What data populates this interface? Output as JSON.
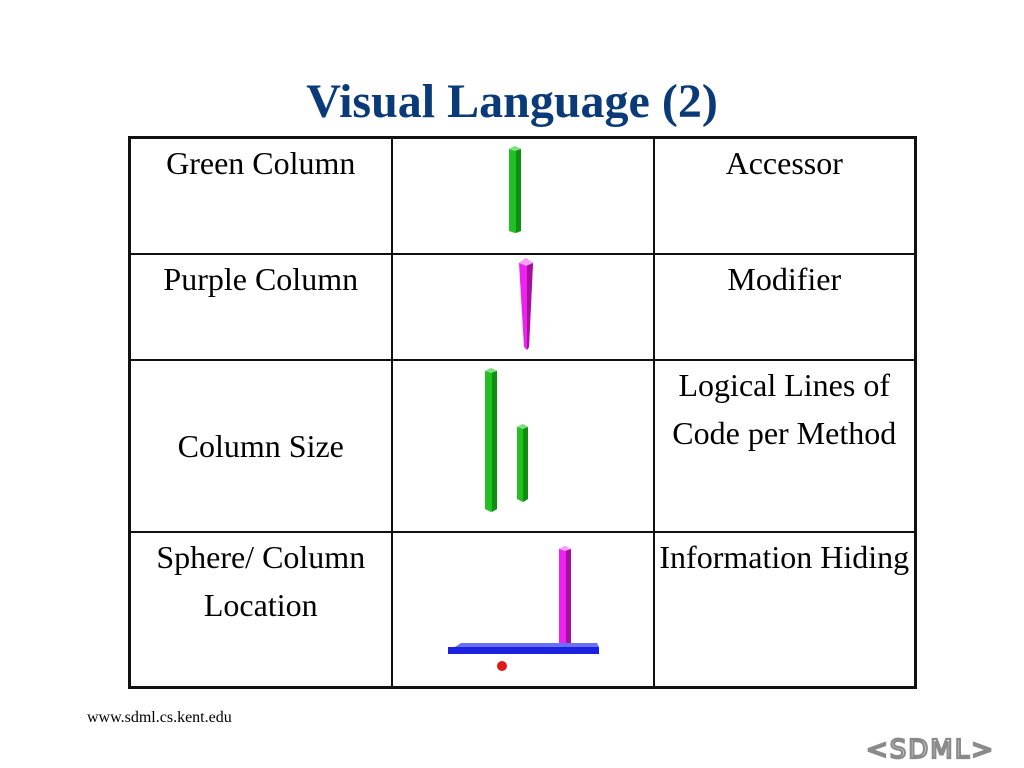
{
  "slide": {
    "title": "Visual Language (2)",
    "footer_url": "www.sdml.cs.kent.edu",
    "logo_text": "<SDML>"
  },
  "table": {
    "rows": [
      {
        "name": "Green Column",
        "glyph": "green-column",
        "meaning": "Accessor"
      },
      {
        "name": "Purple Column",
        "glyph": "purple-column",
        "meaning": "Modifier"
      },
      {
        "name": "Column Size",
        "glyph": "column-size",
        "meaning": "Logical Lines of Code per Method"
      },
      {
        "name": "Sphere/ Column Location",
        "glyph": "sphere-column-location",
        "meaning": "Information Hiding"
      }
    ]
  },
  "colors": {
    "title": "#0b3a78",
    "green_column": "#22c022",
    "purple_column": "#ee22ee",
    "platform": "#1a22e0",
    "sphere": "#e01818"
  }
}
